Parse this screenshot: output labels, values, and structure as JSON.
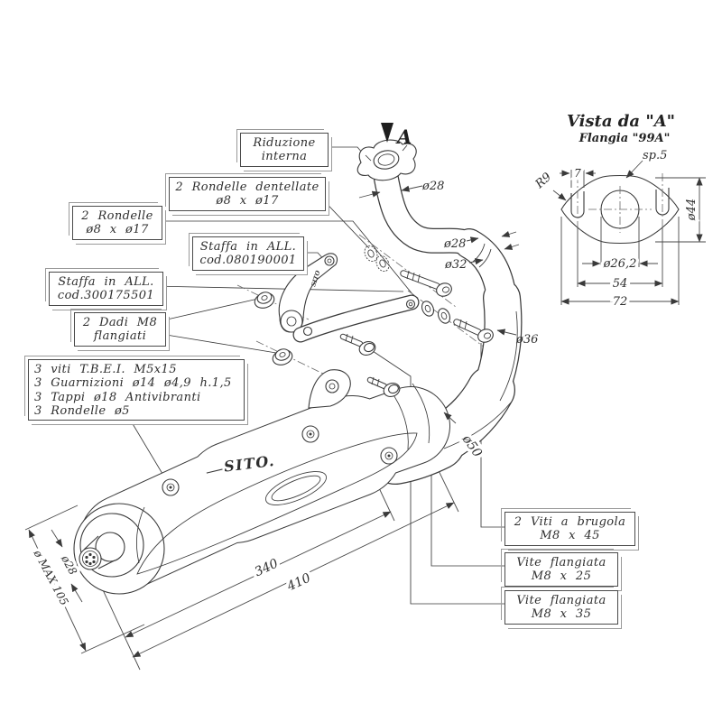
{
  "colors": {
    "line": "#3a3a3a",
    "dim": "#4a4a4a",
    "background": "#ffffff",
    "box_shadow": "#9a9a9a"
  },
  "brand": {
    "logo": "SITO.",
    "bracket_logo": "SITO"
  },
  "view_arrow": {
    "label": "A"
  },
  "callouts": {
    "riduzione": {
      "line1": "Riduzione",
      "line2": "interna"
    },
    "rondelle_dentellate": {
      "line1": "2 Rondelle dentellate",
      "line2": "ø8 x ø17"
    },
    "rondelle": {
      "line1": "2 Rondelle",
      "line2": "ø8 x ø17"
    },
    "staffa_080": {
      "line1": "Staffa in ALL.",
      "line2": "cod.080190001"
    },
    "staffa_300": {
      "line1": "Staffa in ALL.",
      "line2": "cod.300175501"
    },
    "dadi": {
      "line1": "2 Dadi M8",
      "line2": "flangiati"
    },
    "viti_brugola": {
      "line1": "2 Viti a brugola",
      "line2": "M8 x 45"
    },
    "vite_m8x25": {
      "line1": "Vite flangiata",
      "line2": "M8 x 25"
    },
    "vite_m8x35": {
      "line1": "Vite flangiata",
      "line2": "M8 x 35"
    }
  },
  "kit_box": {
    "line1": "3 viti T.B.E.I. M5x15",
    "line2": "3 Guarnizioni ø14 ø4,9 h.1,5",
    "line3": "3 Tappi ø18 Antivibranti",
    "line4": "3 Rondelle ø5"
  },
  "dimensions": {
    "pipe_top": "ø28",
    "pipe_mid": "ø28",
    "pipe_joint": "ø32",
    "pipe_lower": "ø36",
    "chamber": "ø50",
    "length_inner": "340",
    "length_total": "410",
    "tip": "ø28",
    "body_max": "ø MAX 105"
  },
  "detail_view": {
    "title": "Vista da \"A\"",
    "subtitle": "Flangia \"99A\"",
    "thickness": "sp.5",
    "corner_radius": "R9",
    "slot_width": "7",
    "flange_height": "ø44",
    "bore": "ø26,2",
    "hole_spacing": "54",
    "flange_width": "72"
  }
}
